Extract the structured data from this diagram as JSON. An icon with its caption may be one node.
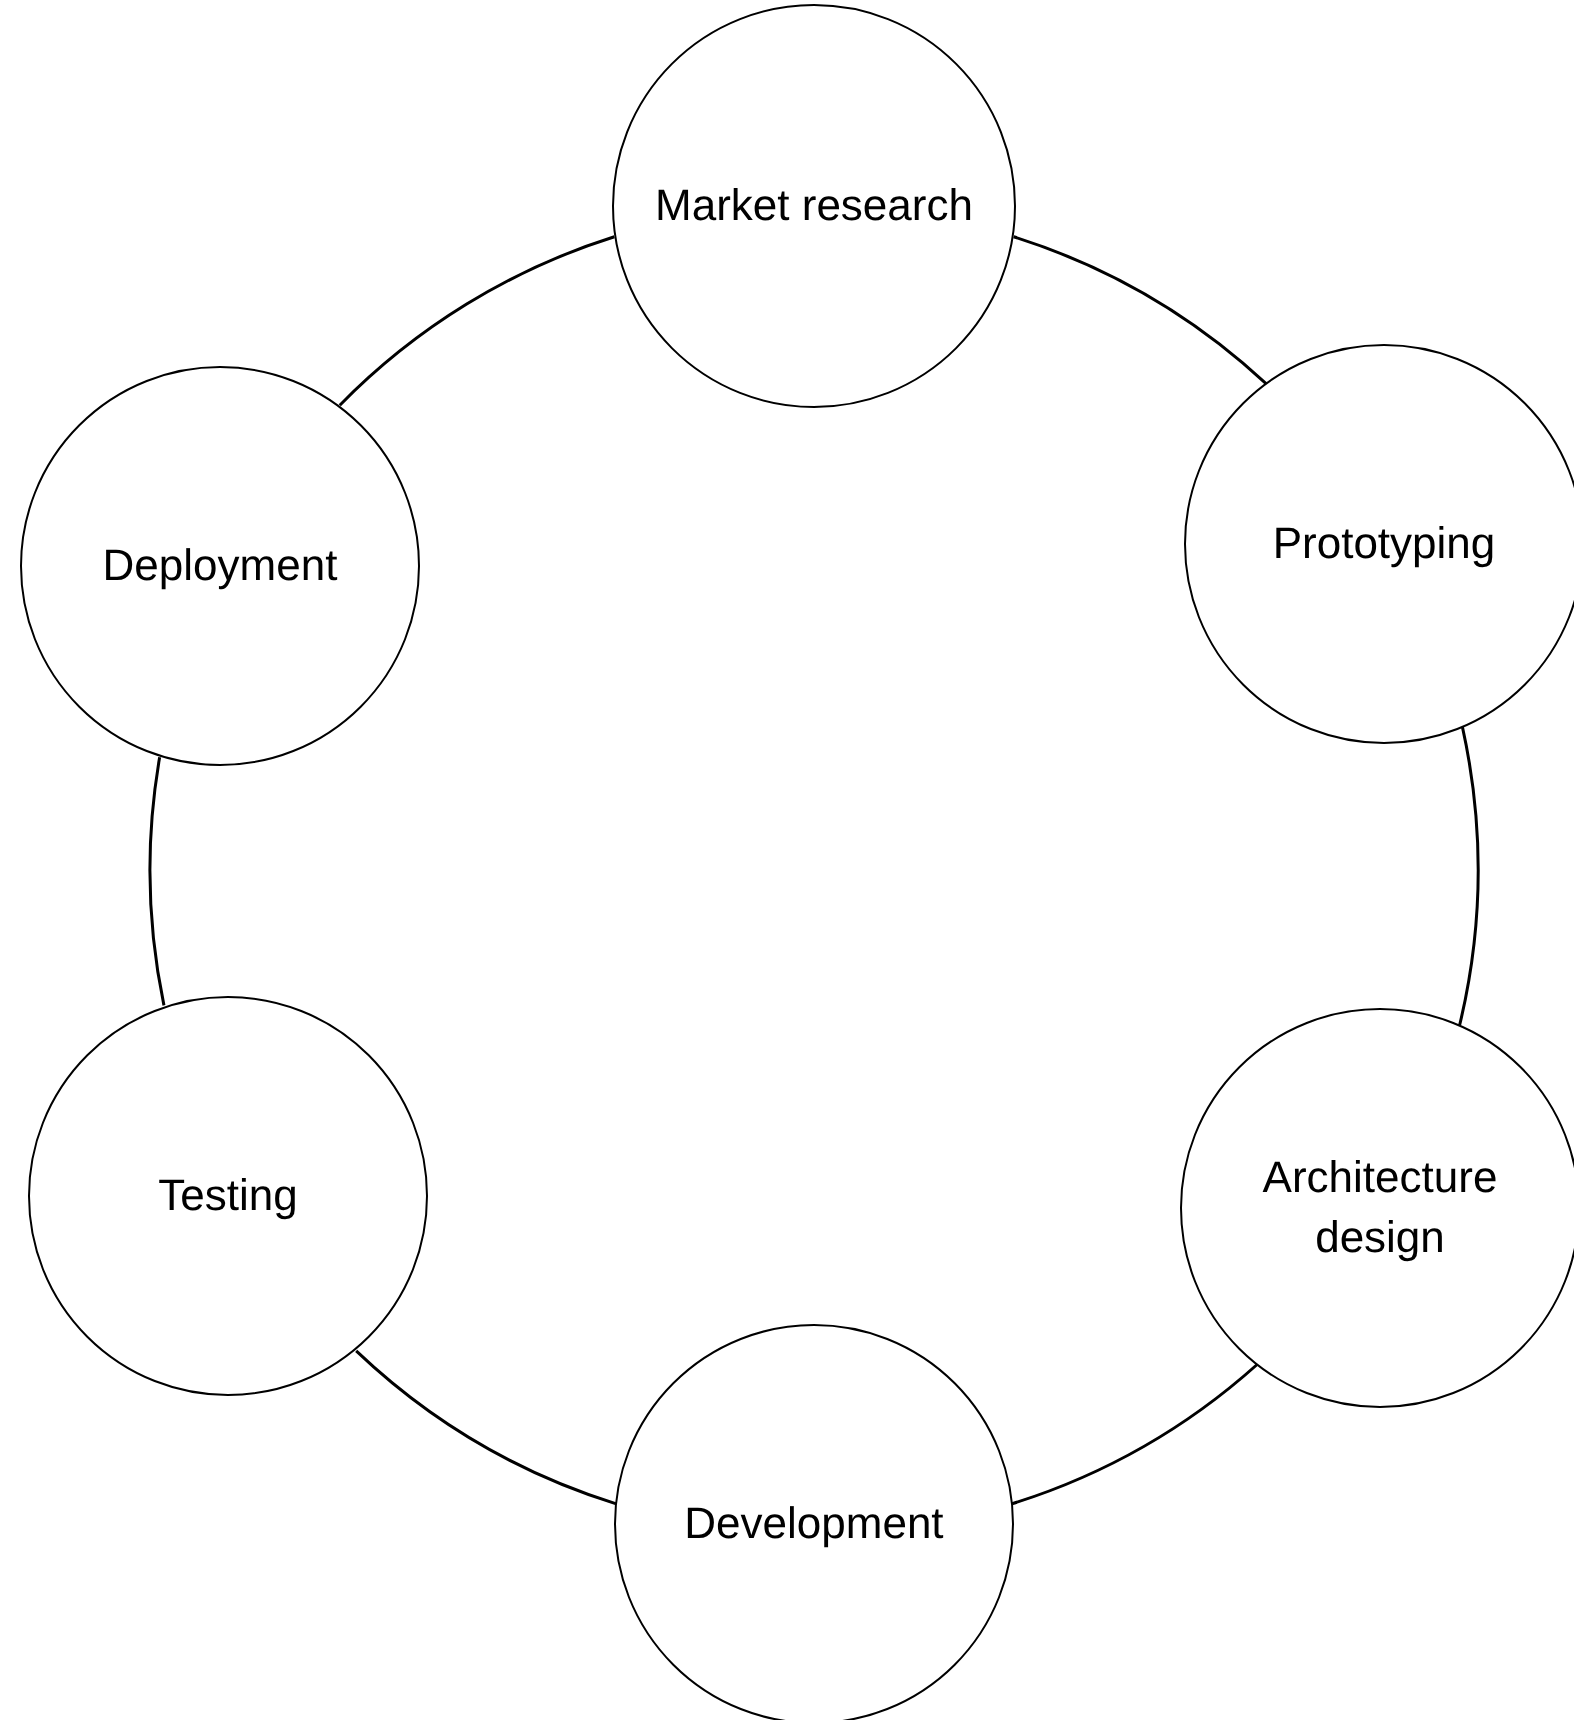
{
  "diagram": {
    "nodes": [
      {
        "text": [
          "Market research"
        ]
      },
      {
        "text": [
          "Prototyping"
        ]
      },
      {
        "text": [
          "Architecture design"
        ]
      },
      {
        "text": [
          "Development"
        ]
      },
      {
        "text": [
          "Testing"
        ]
      },
      {
        "text": [
          "Deployment"
        ]
      }
    ],
    "edges": [
      {
        "from": 0,
        "to": 1,
        "arrow": "none"
      },
      {
        "from": 1,
        "to": 2,
        "arrow": "none"
      },
      {
        "from": 2,
        "to": 3,
        "arrow": "none"
      },
      {
        "from": 3,
        "to": 4,
        "arrow": "none"
      },
      {
        "from": 4,
        "to": 5,
        "arrow": "none"
      },
      {
        "from": 5,
        "to": 0,
        "arrow": "none"
      }
    ]
  }
}
